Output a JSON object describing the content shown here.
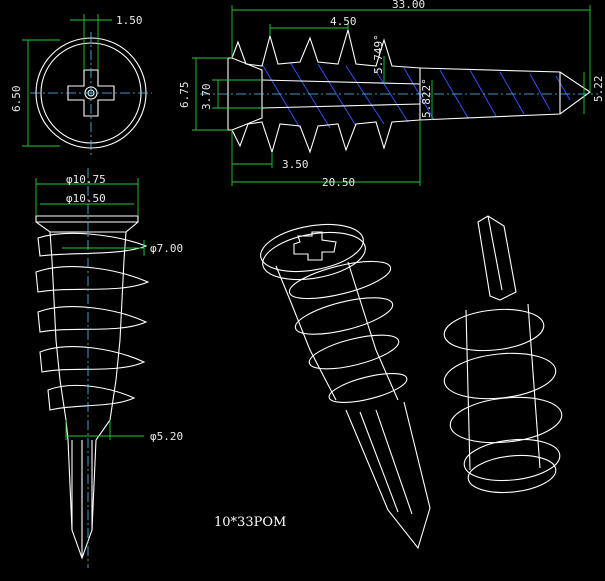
{
  "drawing": {
    "caption": "10*33POM",
    "colors": {
      "background": "#000000",
      "outline": "#ffffff",
      "dimension_line": "#22cc33",
      "center_line": "#55c8ff",
      "hatch": "#3355ff"
    },
    "dimensions": {
      "slot_width": "1.50",
      "head_height_top_view": "6.50",
      "total_length": "33.00",
      "thread_pitch": "4.50",
      "head_height_side": "6.75",
      "inner_height": "3.70",
      "angle_upper": "5.749°",
      "angle_lower": "5.822°",
      "tip_height": "5.22",
      "head_offset": "3.50",
      "shank_length": "20.50",
      "head_diameter_outer": "φ10.75",
      "head_diameter_inner": "φ10.50",
      "thread_diameter": "φ7.00",
      "tip_diameter": "φ5.20"
    }
  }
}
